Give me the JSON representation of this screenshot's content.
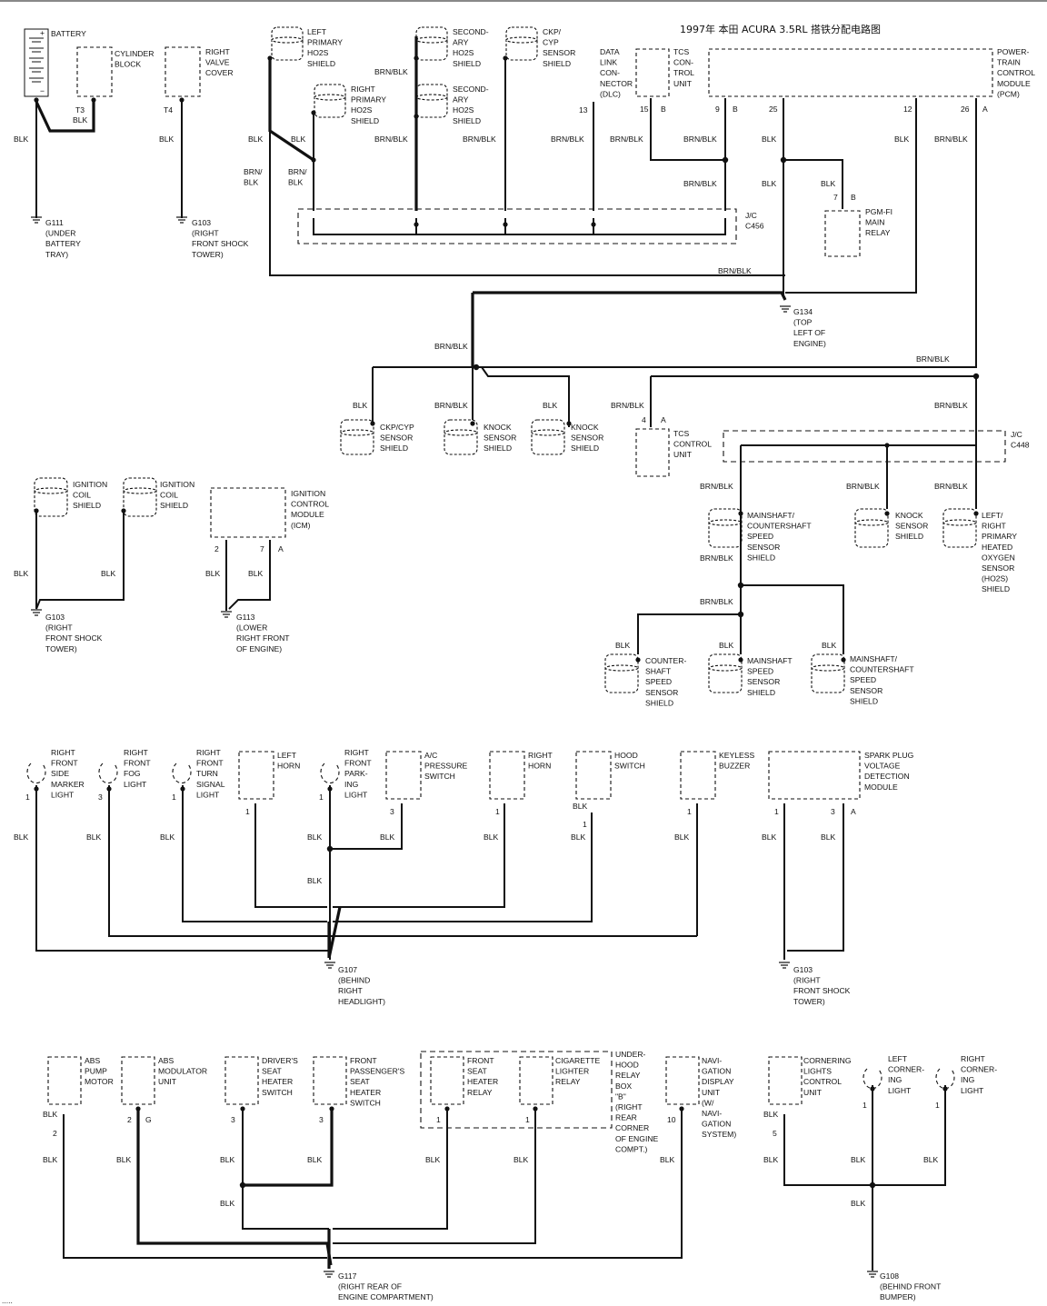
{
  "title": "1997年 本田 ACURA 3.5RL 搭铁分配电路图",
  "components": {
    "battery": "BATTERY",
    "cylinder_block": "CYLINDER\nBLOCK",
    "right_valve_cover": "RIGHT\nVALVE\nCOVER",
    "left_primary_ho2s_shield": "LEFT\nPRIMARY\nHO2S\nSHIELD",
    "right_primary_ho2s_shield": "RIGHT\nPRIMARY\nHO2S\nSHIELD",
    "secondary_ho2s_shield_1": "SECOND-\nARY\nHO2S\nSHIELD",
    "secondary_ho2s_shield_2": "SECOND-\nARY\nHO2S\nSHIELD",
    "ckp_cyp_sensor_shield_top": "CKP/\nCYP\nSENSOR\nSHIELD",
    "dlc": "DATA\nLINK\nCON-\nNECTOR\n(DLC)",
    "tcs_control_unit_top": "TCS\nCON-\nTROL\nUNIT",
    "pcm": "POWER-\nTRAIN\nCONTROL\nMODULE\n(PCM)",
    "pgm_fi_main_relay": "PGM-FI\nMAIN\nRELAY",
    "jc_c456": "J/C\nC456",
    "ckp_cyp_sensor_shield_mid": "CKP/CYP\nSENSOR\nSHIELD",
    "knock_sensor_shield_1": "KNOCK\nSENSOR\nSHIELD",
    "knock_sensor_shield_2": "KNOCK\nSENSOR\nSHIELD",
    "tcs_control_unit_mid": "TCS\nCONTROL\nUNIT",
    "jc_c448": "J/C\nC448",
    "mainshaft_countershaft_speed_sensor_shield": "MAINSHAFT/\nCOUNTERSHAFT\nSPEED\nSENSOR\nSHIELD",
    "knock_sensor_shield_3": "KNOCK\nSENSOR\nSHIELD",
    "left_right_primary_ho2s_shield": "LEFT/\nRIGHT\nPRIMARY\nHEATED\nOXYGEN\nSENSOR\n(HO2S)\nSHIELD",
    "countershaft_speed_sensor_shield": "COUNTER-\nSHAFT\nSPEED\nSENSOR\nSHIELD",
    "mainshaft_speed_sensor_shield": "MAINSHAFT\nSPEED\nSENSOR\nSHIELD",
    "mainshaft_countershaft_speed_sensor_shield_2": "MAINSHAFT/\nCOUNTERSHAFT\nSPEED\nSENSOR\nSHIELD",
    "ignition_coil_shield_1": "IGNITION\nCOIL\nSHIELD",
    "ignition_coil_shield_2": "IGNITION\nCOIL\nSHIELD",
    "icm": "IGNITION\nCONTROL\nMODULE\n(ICM)",
    "right_front_side_marker_light": "RIGHT\nFRONT\nSIDE\nMARKER\nLIGHT",
    "right_front_fog_light": "RIGHT\nFRONT\nFOG\nLIGHT",
    "right_front_turn_signal_light": "RIGHT\nFRONT\nTURN\nSIGNAL\nLIGHT",
    "left_horn": "LEFT\nHORN",
    "right_front_parking_light": "RIGHT\nFRONT\nPARK-\nING\nLIGHT",
    "ac_pressure_switch": "A/C\nPRESSURE\nSWITCH",
    "right_horn": "RIGHT\nHORN",
    "hood_switch": "HOOD\nSWITCH",
    "keyless_buzzer": "KEYLESS\nBUZZER",
    "spark_plug_voltage_detection_module": "SPARK PLUG\nVOLTAGE\nDETECTION\nMODULE",
    "abs_pump_motor": "ABS\nPUMP\nMOTOR",
    "abs_modulator_unit": "ABS\nMODULATOR\nUNIT",
    "drivers_seat_heater_switch": "DRIVER'S\nSEAT\nHEATER\nSWITCH",
    "front_passengers_seat_heater_switch": "FRONT\nPASSENGER'S\nSEAT\nHEATER\nSWITCH",
    "front_seat_heater_relay": "FRONT\nSEAT\nHEATER\nRELAY",
    "cigarette_lighter_relay": "CIGARETTE\nLIGHTER\nRELAY",
    "under_hood_relay_box": "UNDER-\nHOOD\nRELAY\nBOX\n\"B\"\n(RIGHT\nREAR\nCORNER\nOF ENGINE\nCOMPT.)",
    "navigation_display_unit": "NAVI-\nGATION\nDISPLAY\nUNIT\n(W/\nNAVI-\nGATION\nSYSTEM)",
    "cornering_lights_control_unit": "CORNERING\nLIGHTS\nCONTROL\nUNIT",
    "left_cornering_light": "LEFT\nCORNER-\nING\nLIGHT",
    "right_cornering_light": "RIGHT\nCORNER-\nING\nLIGHT"
  },
  "grounds": {
    "g111": "G111\n(UNDER\nBATTERY\nTRAY)",
    "g103_a": "G103\n(RIGHT\nFRONT SHOCK\nTOWER)",
    "g134": "G134\n(TOP\nLEFT OF\nENGINE)",
    "g103_b": "G103\n(RIGHT\nFRONT SHOCK\nTOWER)",
    "g113": "G113\n(LOWER\nRIGHT FRONT\nOF ENGINE)",
    "g107": "G107\n(BEHIND\nRIGHT\nHEADLIGHT)",
    "g103_c": "G103\n(RIGHT\nFRONT SHOCK\nTOWER)",
    "g117": "G117\n(RIGHT REAR OF\nENGINE COMPARTMENT)",
    "g108": "G108\n(BEHIND FRONT\nBUMPER)"
  },
  "wire_labels": {
    "blk": "BLK",
    "brn_blk": "BRN/BLK",
    "brn_blk_split": "BRN/\nBLK",
    "t3": "T3",
    "t4": "T4"
  },
  "pins": {
    "p1": "1",
    "p2": "2",
    "p3": "3",
    "p4": "4",
    "p5": "5",
    "p7": "7",
    "p10": "10",
    "p12": "12",
    "p13": "13",
    "p15": "15",
    "p25": "25",
    "p26": "26",
    "p9": "9",
    "B": "B",
    "G": "G",
    "A": "A"
  },
  "footer": "....."
}
